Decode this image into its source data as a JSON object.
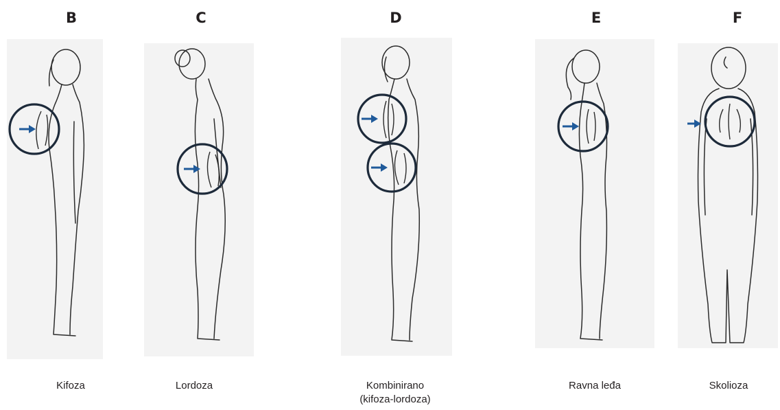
{
  "figures": [
    {
      "letter": "B",
      "caption": [
        "Kifoza"
      ]
    },
    {
      "letter": "C",
      "caption": [
        "Lordoza"
      ]
    },
    {
      "letter": "D",
      "caption": [
        "Kombinirano",
        "(kifoza-lordoza)"
      ]
    },
    {
      "letter": "E",
      "caption": [
        "Ravna leđa"
      ]
    },
    {
      "letter": "F",
      "caption": [
        "Skolioza"
      ]
    }
  ],
  "colors": {
    "arrow": "#1f5a9a",
    "circle": "#1d2a3a",
    "panel": "#f3f3f3"
  },
  "icons": [
    "kyphosis-figure",
    "lordosis-figure",
    "combined-figure",
    "flat-back-figure",
    "scoliosis-figure",
    "arrow-icon",
    "magnifier-circle"
  ]
}
